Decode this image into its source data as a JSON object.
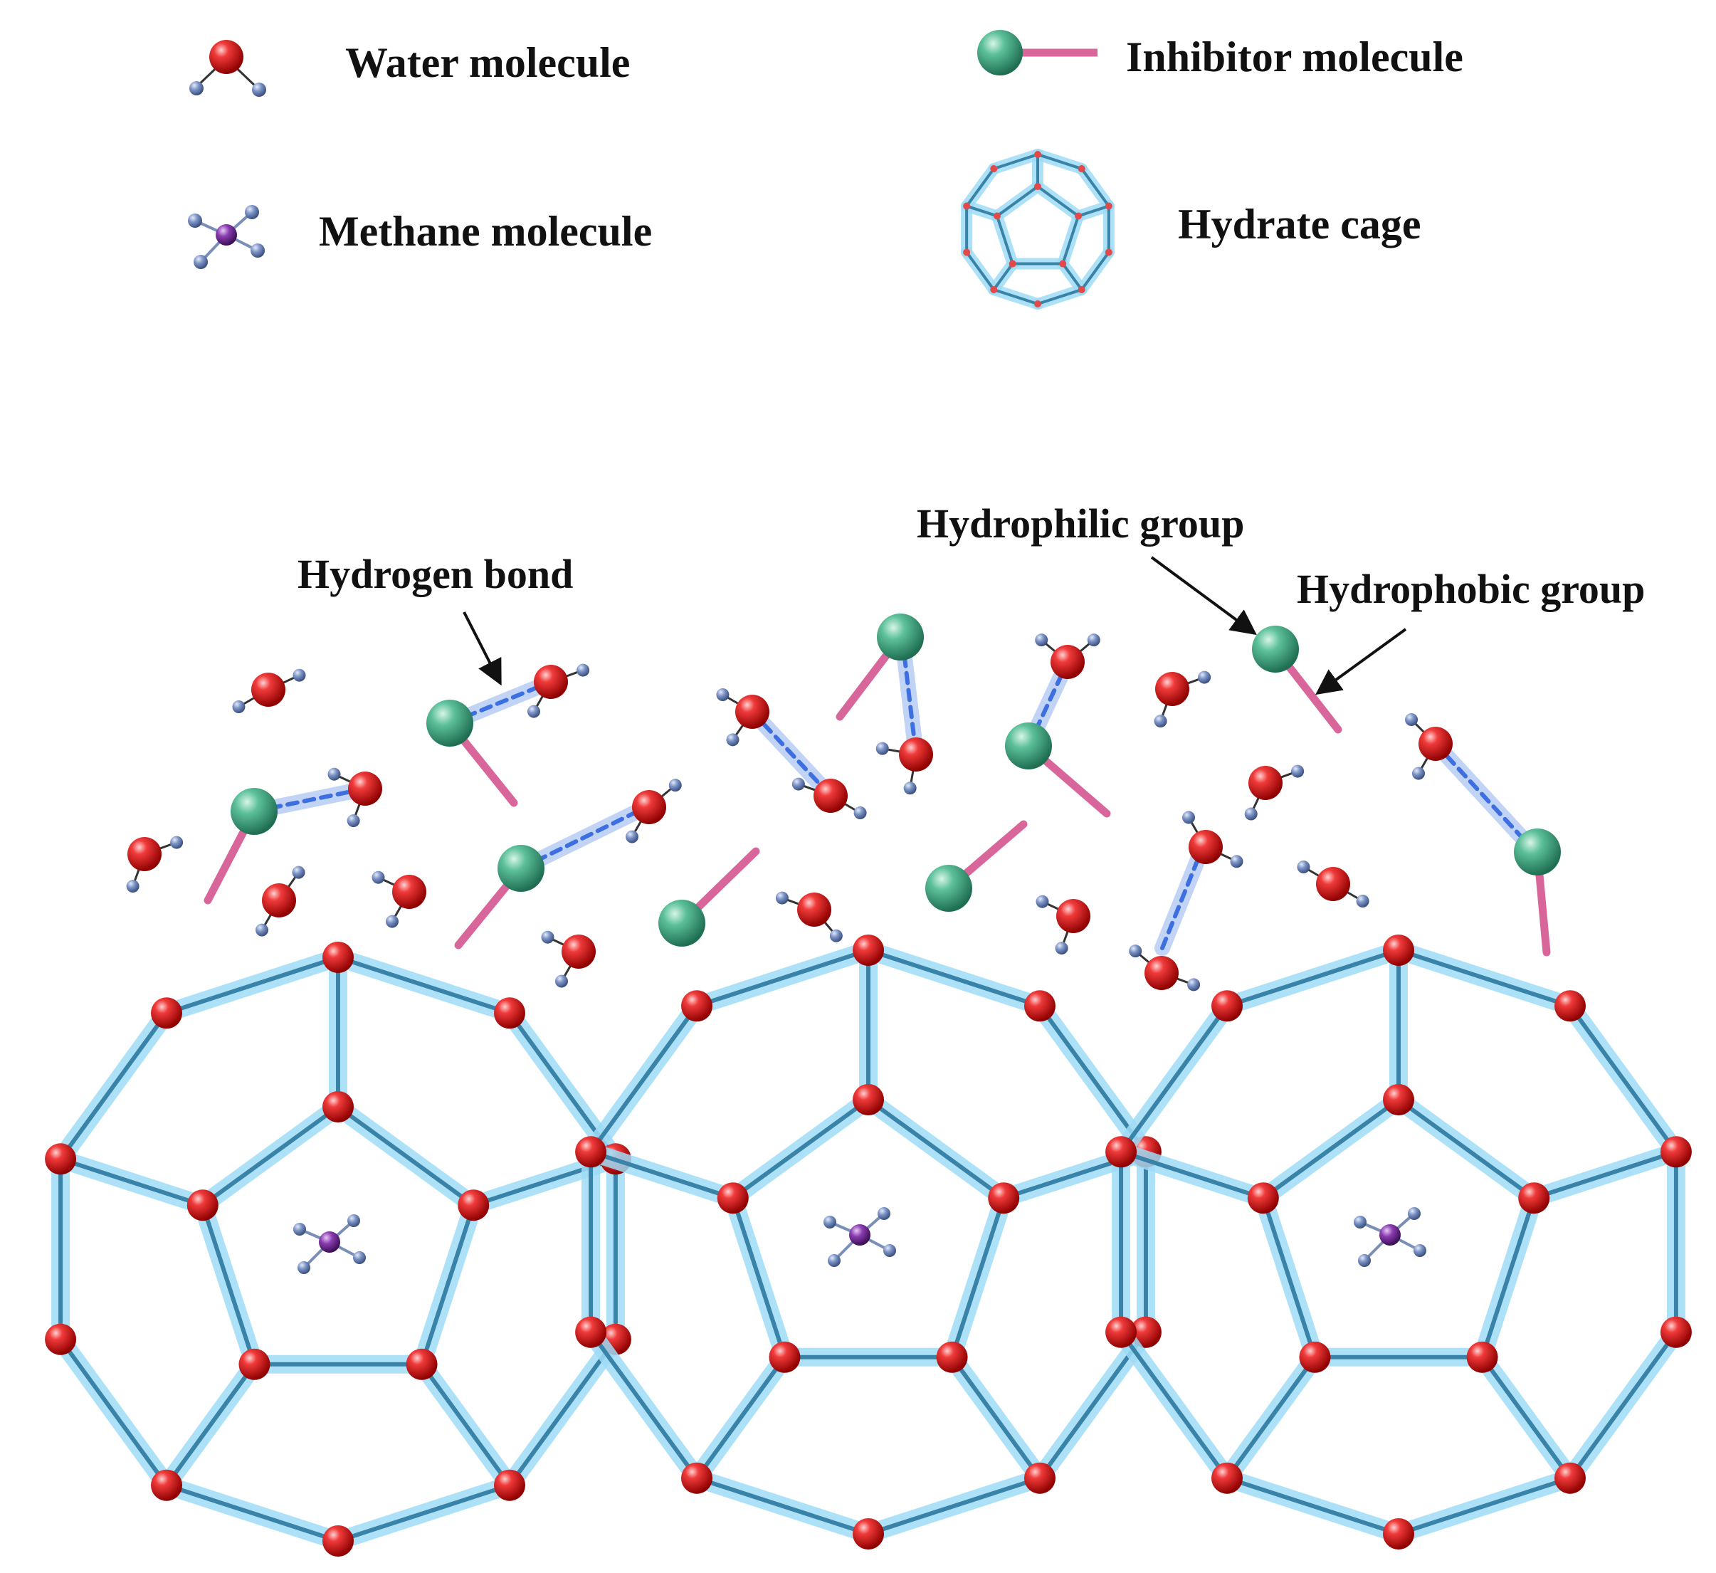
{
  "legend": {
    "water": "Water molecule",
    "methane": "Methane molecule",
    "inhibitor": "Inhibitor molecule",
    "cage": "Hydrate cage"
  },
  "annotations": {
    "hydrogen_bond": "Hydrogen bond",
    "hydrophilic": "Hydrophilic group",
    "hydrophobic": "Hydrophobic group"
  },
  "colors": {
    "water_oxygen": "#e01616",
    "hydrogen": "#6d85b8",
    "methane_carbon": "#6a2a8e",
    "inhibitor_head": "#45a982",
    "inhibitor_tail": "#d9669a",
    "cage_edge": "#3a83a8",
    "cage_glow": "#9fdcf6",
    "hydrogen_bond": "#3d6fe0"
  }
}
